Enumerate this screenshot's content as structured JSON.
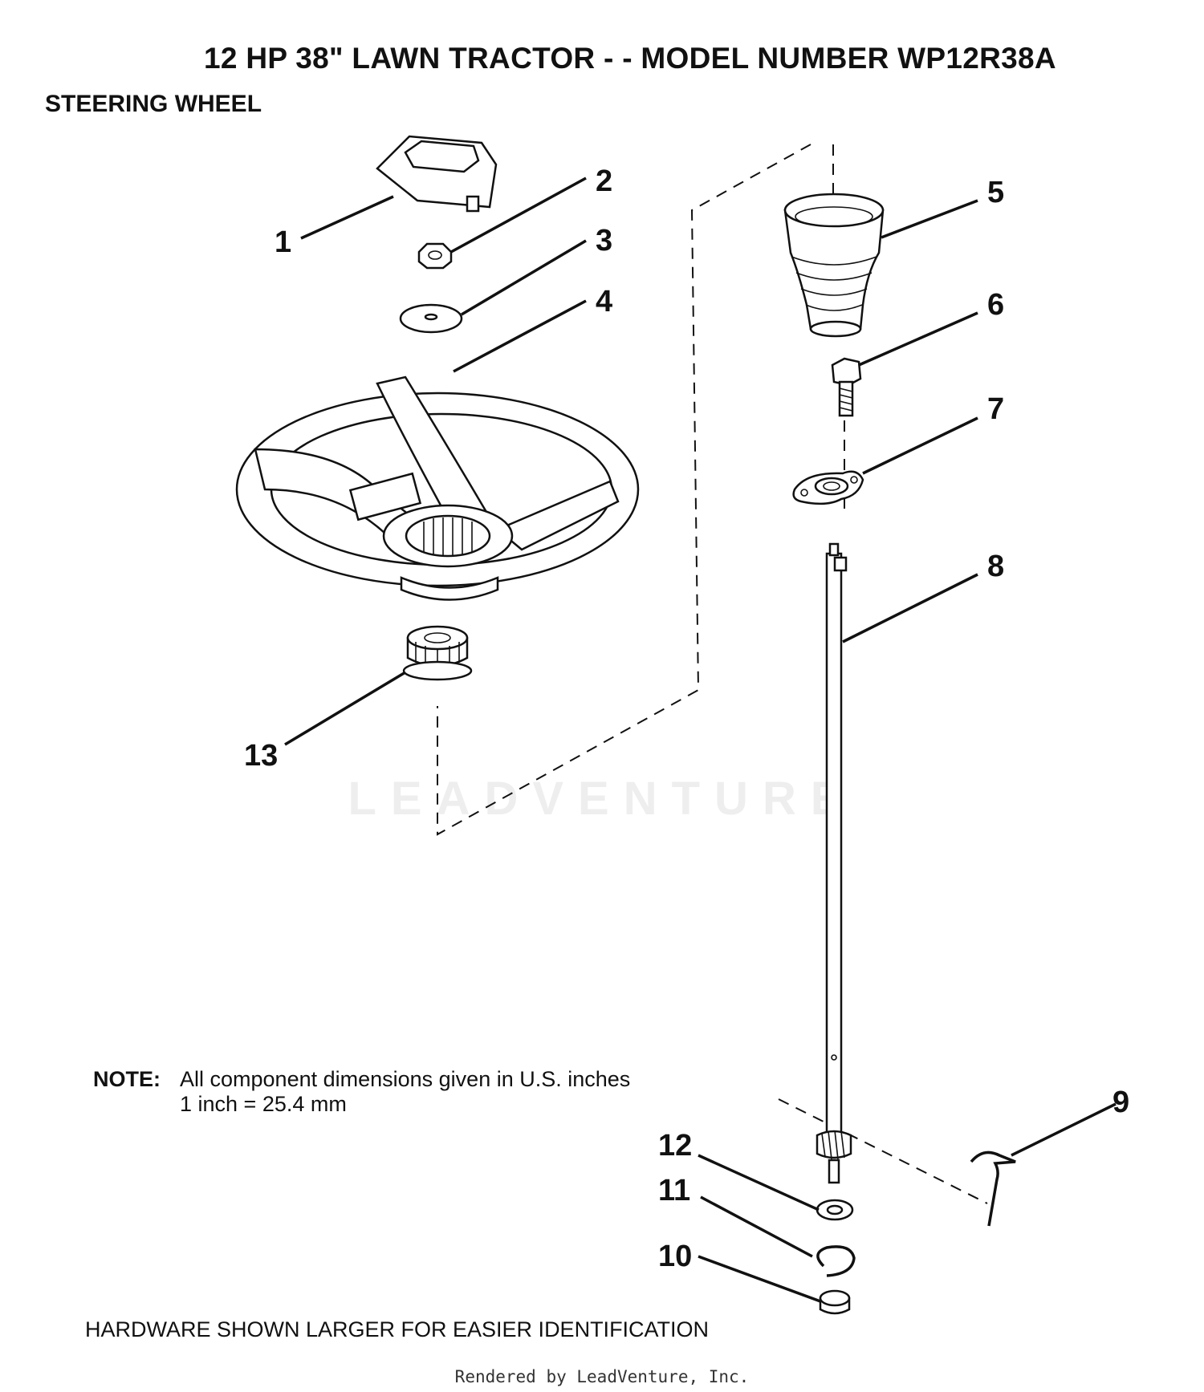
{
  "header": {
    "title": "12 HP 38\" LAWN TRACTOR - - MODEL NUMBER WP12R38A",
    "section": "STEERING WHEEL"
  },
  "callouts": [
    "1",
    "2",
    "3",
    "4",
    "5",
    "6",
    "7",
    "8",
    "9",
    "10",
    "11",
    "12",
    "13"
  ],
  "note": {
    "label": "NOTE:",
    "line1": "All component dimensions given in U.S. inches",
    "line2": "1 inch = 25.4 mm"
  },
  "hardware_note": "HARDWARE SHOWN LARGER FOR EASIER IDENTIFICATION",
  "footer": "Rendered by LeadVenture, Inc.",
  "watermark": "LEADVENTURE"
}
